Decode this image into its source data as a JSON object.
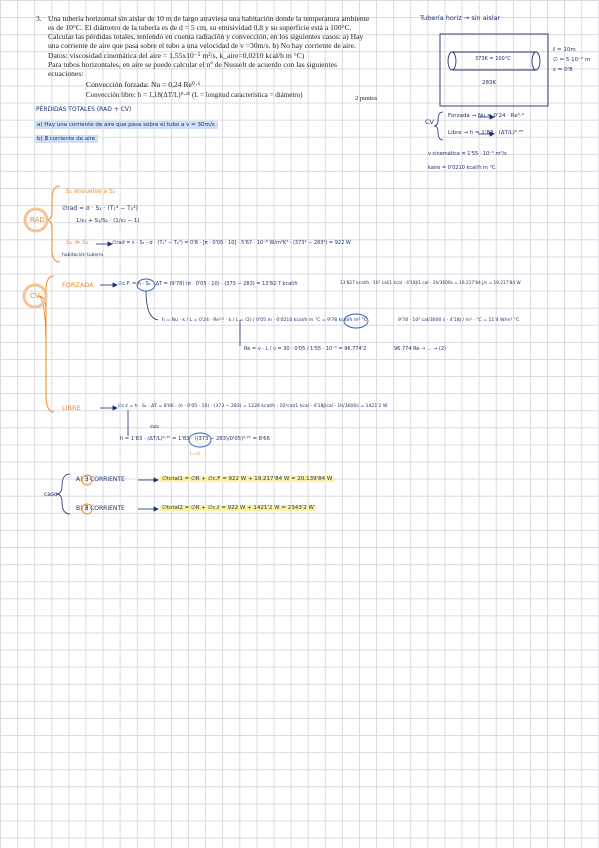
{
  "problem": {
    "number": "3.",
    "lines": [
      "Una tubería horizontal sin aislar de 10 m de largo atraviesa una habitación donde la temperatura ambiente",
      "es de 10°C. El diámetro de la tubería es de d = 5 cm, su emisividad 0,8 y su superficie está a 100°C.",
      "Calcular las pérdidas totales, teniendo en cuenta radiación y convección, en los siguientes casos: a) Hay",
      "una corriente de aire que pasa sobre el tubo a una velocidad de v =30m/s. b) No hay corriente de aire.",
      "Datos: viscosidad cinemática del aire = 1,55x10⁻⁵ m²/s, k_aire=0,0210 kcal/h m °C)",
      "Para tubos horizontales, en aire se puede calcular el nº de Nusselt de acuerdo con las siguientes",
      "ecuaciones:"
    ],
    "forced": "Convección forzada: Nu = 0,24 Re⁰·⁶",
    "free": "Convección libre: h = 1,18(ΔT/L)⁰·²⁵ (L = longitud característica = diámetro)",
    "points": "2 puntos"
  },
  "notes": {
    "perdidas": "PÉRDIDAS TOTALES (RAD + CV)",
    "case_a": "a) Hay una corriente de aire que pasa sobre el tubo a v = 30m/s",
    "case_b": "b) ∄ corriente de aire",
    "sketch_title": "Tubería horiz → sin aislar",
    "sketch_temp_in": "373K = 100°C",
    "sketch_temp_out": "283K",
    "sketch_l": "ℓ = 10m",
    "sketch_phi": "∅ = 5·10⁻² m",
    "sketch_e": "ε = 0'8",
    "cv_label": "CV",
    "cv_forzada": "Forzada → Nu = 0'24 · Re⁰·⁶",
    "cv_libre": "Libre → h = 1'83 · (ΔT/L)⁰·²⁵",
    "visc": "ν cinemática = 1'55 · 10⁻⁵ m²/s",
    "kaire": "kaire = 0'0210 kcal/h m °C",
    "rad_label": "RAD",
    "rad_s1": "S₁ envuelve a S₂",
    "rad_phi": "∅rad = σ · S₁ · (T₁⁴ − T₂⁴)",
    "rad_den": "1/ε₁ + S₁/S₂ · (1/ε₂ − 1)",
    "rad_ss": "S₂ ≫ S₁",
    "rad_ss_sub": "habitación   tubería",
    "rad_result": "∅rad = ε · S₁ · σ · (T₁⁴ − T₂⁴) = 0'8 · [π · 0'05 · 10] · 5'67 · 10⁻⁸ W/m²K⁴ · (373⁴ − 283⁴) = 922 W",
    "cv_big": "CV",
    "forzada_label": "FORZADA",
    "forzada_eq": "∅c.F. = h · S₁ · ΔT = (9'78) (π · 0'05 · 10) · (373 − 283) = 13'82·7 kcal/h",
    "forzada_conv": "13'827 kcal/h · 10³ cal/1 kcal · 4'18J/1 cal · 1h/3600s = 19.217'84 J/s = 19.217'84 W",
    "h_eq": "h = Nu · k / L = 0'24 · Re⁰·⁶ · k / L = (2) / 0'05 m · 0'0210 kcal/h m °C = 9'78 kcal/h m² °C",
    "h_conv": "9'78 · 10³ cal/3600 s · 4'18J / m² · °C = 11'4 W/m² °C",
    "re_eq": "Re = v · L / ν = 30 · 0'05 / 1'55 · 10⁻⁵ = 96.774'2",
    "re_pow": "96.774 Re → ... → (2)",
    "libre_label": "LIBRE",
    "libre_eq": "∅c.ℓ = h · S₁ · ΔT = 8'66 · (π · 0'05 · 10) · (373 − 283) = 1224 kcal/h · 10³cal/1 kcal · 4'18J/cal · 1h/3600s = 1421'2 W",
    "libre_h": "h = 1'83 · (ΔT/L)⁰·²⁵ = 1'83 · ((373 − 283)/0'05)⁰·²⁵ = 8'66",
    "libre_h_note": "dato",
    "libre_l_note": "L=∅",
    "caso_label": "caso",
    "caso_a": "A) ∃ CORRIENTE",
    "caso_a_eq": "∅total1 = ∅R + ∅c.F = 922 W + 19.217'84 W = 20.139'84 W",
    "caso_b": "B) ∄ CORRIENTE",
    "caso_b_eq": "∅total2 = ∅R + ∅c.ℓ = 922 W + 1421'2 W = 2343'2 W"
  },
  "colors": {
    "ink": "#1f3070",
    "orange": "#f08a2a",
    "blue_highlight": "#cfe0f4",
    "yellow_highlight": "#fbf2a0",
    "grid": "#d9dbe0"
  }
}
